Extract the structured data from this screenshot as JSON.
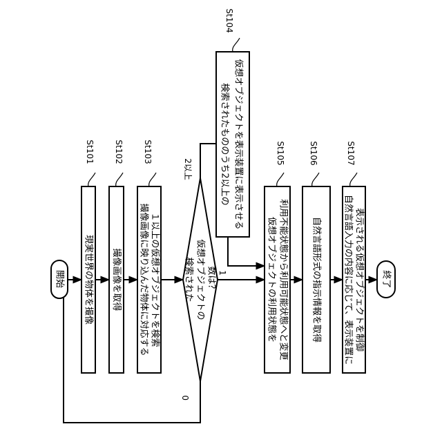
{
  "start": "開始",
  "end": "終了",
  "steps": {
    "st101": {
      "label": "St101",
      "text": [
        "現実世界の物体を撮像"
      ]
    },
    "st102": {
      "label": "St102",
      "text": [
        "撮像画像を取得"
      ]
    },
    "st103": {
      "label": "St103",
      "text": [
        "撮像画像に映り込んだ物体に対応する",
        "１以上の仮想オブジェクトを検索"
      ]
    },
    "decision": {
      "text": [
        "検索された",
        "仮想オブジェクトの",
        "数は？"
      ]
    },
    "st104": {
      "label": "St104",
      "text": [
        "検索されたもののうち2以上の",
        "仮想オブジェクトを表示装置に表示させる"
      ]
    },
    "st105": {
      "label": "St105",
      "text": [
        "仮想オブジェクトの利用状態を",
        "利用不能状態から利用可能状態へと変更"
      ]
    },
    "st106": {
      "label": "St106",
      "text": [
        "自然言語形式の指示情報を取得"
      ]
    },
    "st107": {
      "label": "St107",
      "text": [
        "自然言語入力の内容に応じて、表示装置に",
        "表示される仮想オブジェクトを制御"
      ]
    }
  },
  "branches": {
    "two_or_more": "2以上",
    "one": "1",
    "zero": "0"
  }
}
